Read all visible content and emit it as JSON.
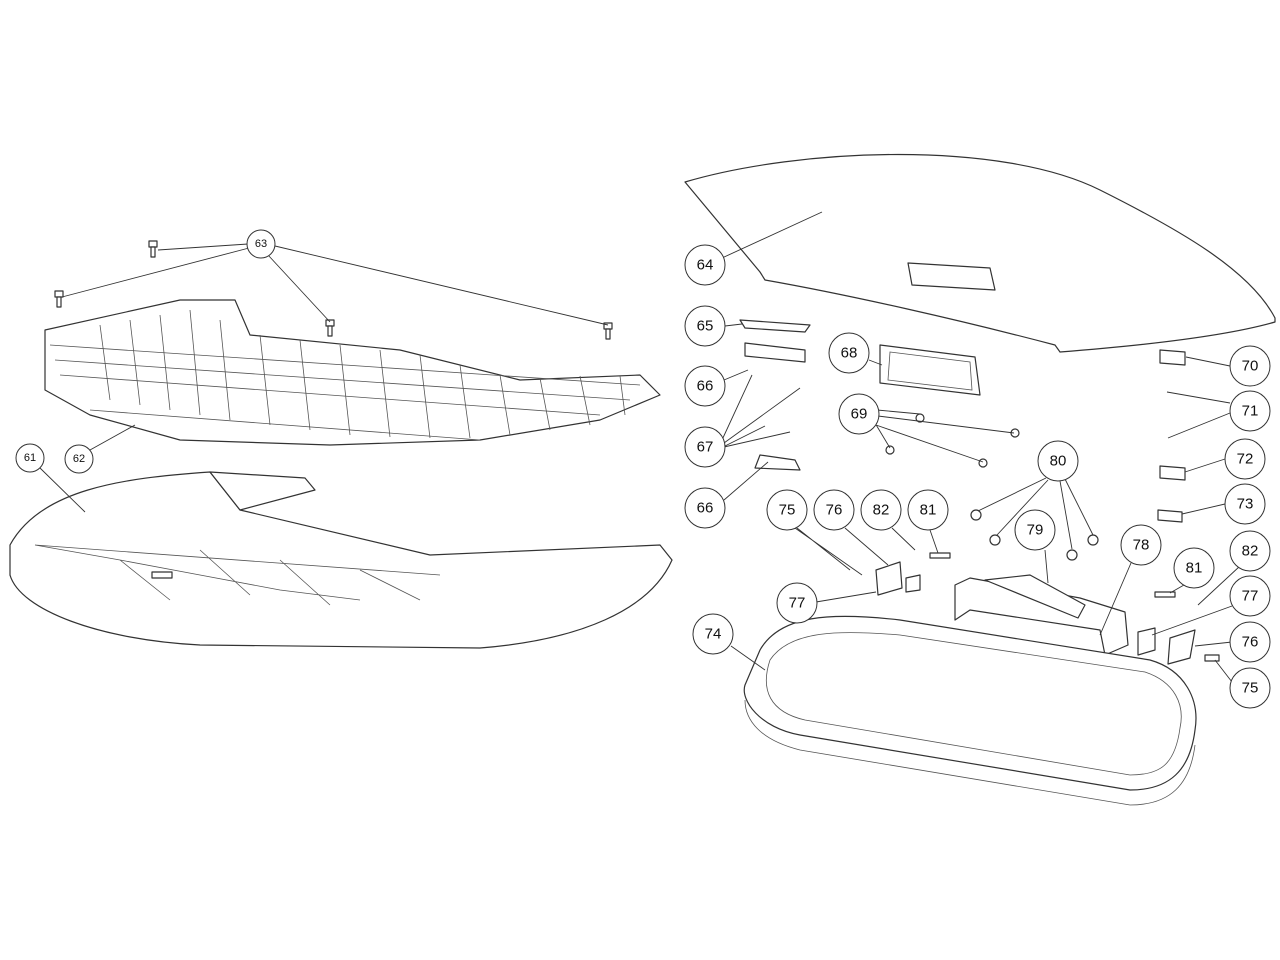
{
  "title": "Exploded parts diagram",
  "callouts": [
    {
      "label": "63"
    },
    {
      "label": "61"
    },
    {
      "label": "62"
    },
    {
      "label": "64"
    },
    {
      "label": "65"
    },
    {
      "label": "66"
    },
    {
      "label": "67"
    },
    {
      "label": "66"
    },
    {
      "label": "68"
    },
    {
      "label": "69"
    },
    {
      "label": "70"
    },
    {
      "label": "71"
    },
    {
      "label": "72"
    },
    {
      "label": "73"
    },
    {
      "label": "80"
    },
    {
      "label": "75"
    },
    {
      "label": "76"
    },
    {
      "label": "82"
    },
    {
      "label": "81"
    },
    {
      "label": "79"
    },
    {
      "label": "78"
    },
    {
      "label": "81"
    },
    {
      "label": "82"
    },
    {
      "label": "77"
    },
    {
      "label": "77"
    },
    {
      "label": "74"
    },
    {
      "label": "76"
    },
    {
      "label": "75"
    }
  ]
}
